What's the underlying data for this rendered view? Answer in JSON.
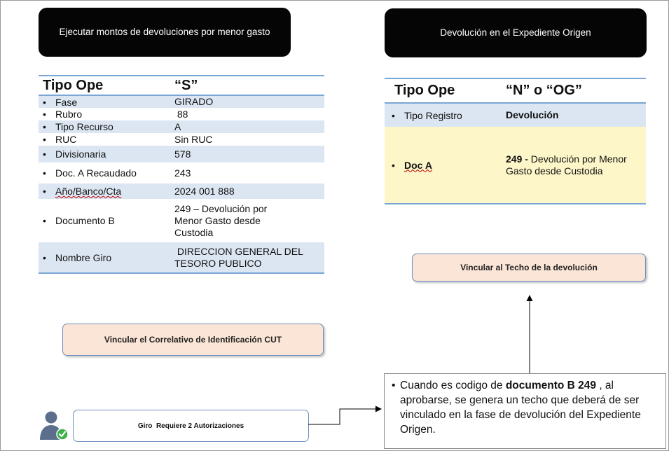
{
  "left": {
    "title": "Ejecutar montos de devoluciones por menor gasto",
    "header": {
      "label": "Tipo Ope",
      "value": "“S”"
    },
    "rows": [
      {
        "label": "Fase",
        "value": "GIRADO"
      },
      {
        "label": "Rubro",
        "value": " 88"
      },
      {
        "label": "Tipo Recurso",
        "value": "A"
      },
      {
        "label": "RUC",
        "value": "Sin RUC"
      },
      {
        "label": "Divisionaria",
        "value": "578"
      },
      {
        "label": "Doc. A Recaudado",
        "value": "243"
      },
      {
        "label": "Año/Banco/Cta",
        "value": "2024 001 888"
      },
      {
        "label": "Documento B",
        "value_lines": [
          "249 – Devolución por",
          "Menor Gasto desde",
          "Custodia"
        ]
      },
      {
        "label": "Nombre Giro",
        "value_lines": [
          " DIRECCION GENERAL DEL",
          "TESORO PUBLICO"
        ]
      }
    ],
    "cut_button": "Vincular el Correlativo de Identificación CUT",
    "auth_button": "Giro  Requiere 2 Autorizaciones"
  },
  "right": {
    "title": "Devolución en el Expediente Origen",
    "header": {
      "label": "Tipo Ope",
      "value": "“N” o “OG”"
    },
    "row1": {
      "label": "Tipo Registro",
      "value": "Devolución"
    },
    "row2": {
      "label": "Doc A",
      "value_bold": "249 -",
      "value_rest": " Devolución por Menor Gasto desde Custodia"
    },
    "techo_button": "Vincular al Techo de la devolución"
  },
  "note": {
    "bullet": "•",
    "text_before": "Cuando es codigo de ",
    "text_bold": "documento B 249",
    "text_after": " , al aprobarse, se genera un techo  que deberá de ser vinculado en la fase de devolución del Expediente Origen."
  },
  "colors": {
    "title_bg": "#050505",
    "row_shade": "#dce6f2",
    "highlight": "#fdf6c8",
    "peach": "#fbe5d6",
    "line_blue": "#7aa6d6"
  }
}
